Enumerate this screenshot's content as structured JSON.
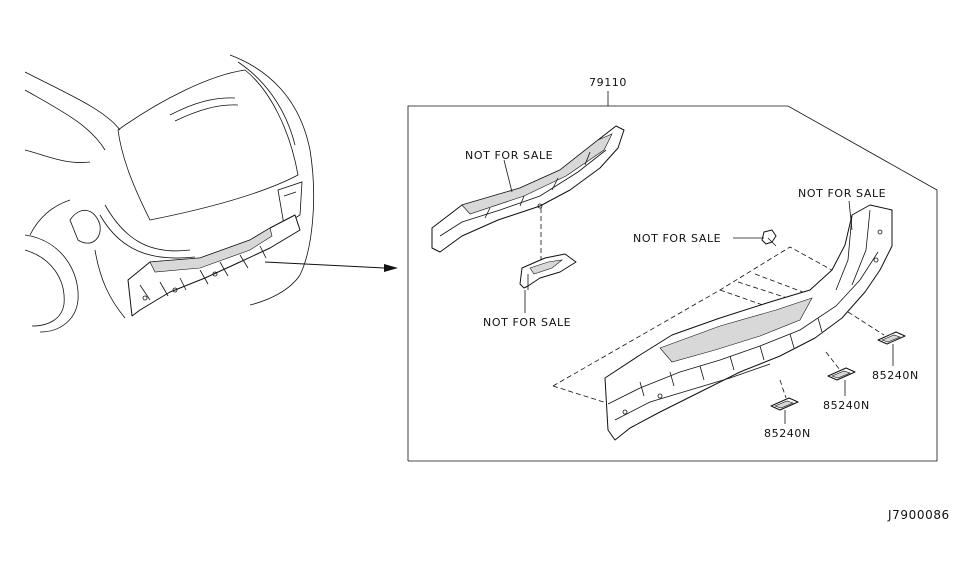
{
  "assembly_label": "79110",
  "callouts": {
    "upper_reinforcement": "NOT FOR SALE",
    "bracket": "NOT FOR SALE",
    "clip": "NOT FOR SALE",
    "side_panel": "NOT FOR SALE"
  },
  "fasteners": [
    "85240N",
    "85240N",
    "85240N"
  ],
  "diagram_id": "J7900086"
}
